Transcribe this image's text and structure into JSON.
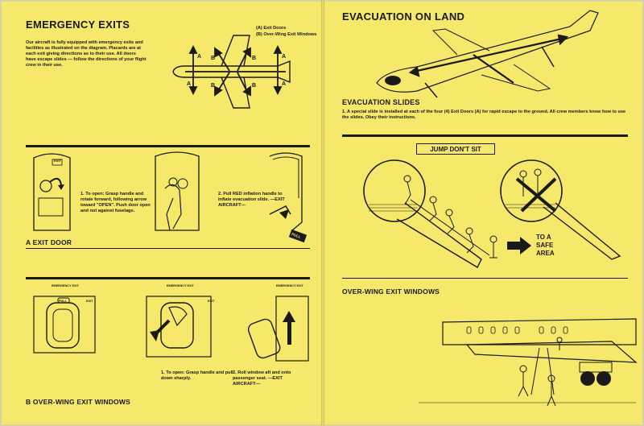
{
  "left": {
    "title": "EMERGENCY EXITS",
    "intro": "Our aircraft is fully equipped with emergency exits and facilities as illustrated on the diagram. Placards are at each exit giving directions as to their use. All doors have escape slides — follow the directions of your flight crew in their use.",
    "legend": [
      "(A) Exit Doors",
      "(B) Over-Wing Exit Windows"
    ],
    "diagram_labels": [
      "A",
      "A",
      "B",
      "B",
      "A",
      "A",
      "B",
      "B"
    ],
    "exit_door": {
      "placard": "EXIT",
      "step1": "1. To open: Grasp handle and rotate forward, following arrow toward \"OPEN\". Push door open and not against fuselage.",
      "step2": "2. Pull RED inflation handle to inflate evacuation slide. —EXIT AIRCRAFT—",
      "pull_label": "PULL",
      "section_label": "A  EXIT DOOR"
    },
    "window": {
      "placard": "EMERGENCY EXIT",
      "small_placard": "EXIT",
      "pull_label": "PULL",
      "step1": "1. To open: Grasp handle and pull down sharply.",
      "step2": "2. Roll window aft and onto passenger seat. —EXIT AIRCRAFT—",
      "section_label": "B  OVER-WING EXIT WINDOWS"
    }
  },
  "right": {
    "title": "EVACUATION ON LAND",
    "slides_title": "EVACUATION SLIDES",
    "slides_text": "1. A special slide is installed at each of the four (4) Exit Doors (A) for rapid escape to the ground. All crew members know how to use the slides. Obey their instructions.",
    "jump_label": "JUMP DON'T SIT",
    "safe_area": [
      "TO A",
      "SAFE",
      "AREA"
    ],
    "overwing_title": "OVER-WING EXIT WINDOWS"
  },
  "colors": {
    "paper": "#f6e86a",
    "ink": "#1a1a1a"
  }
}
